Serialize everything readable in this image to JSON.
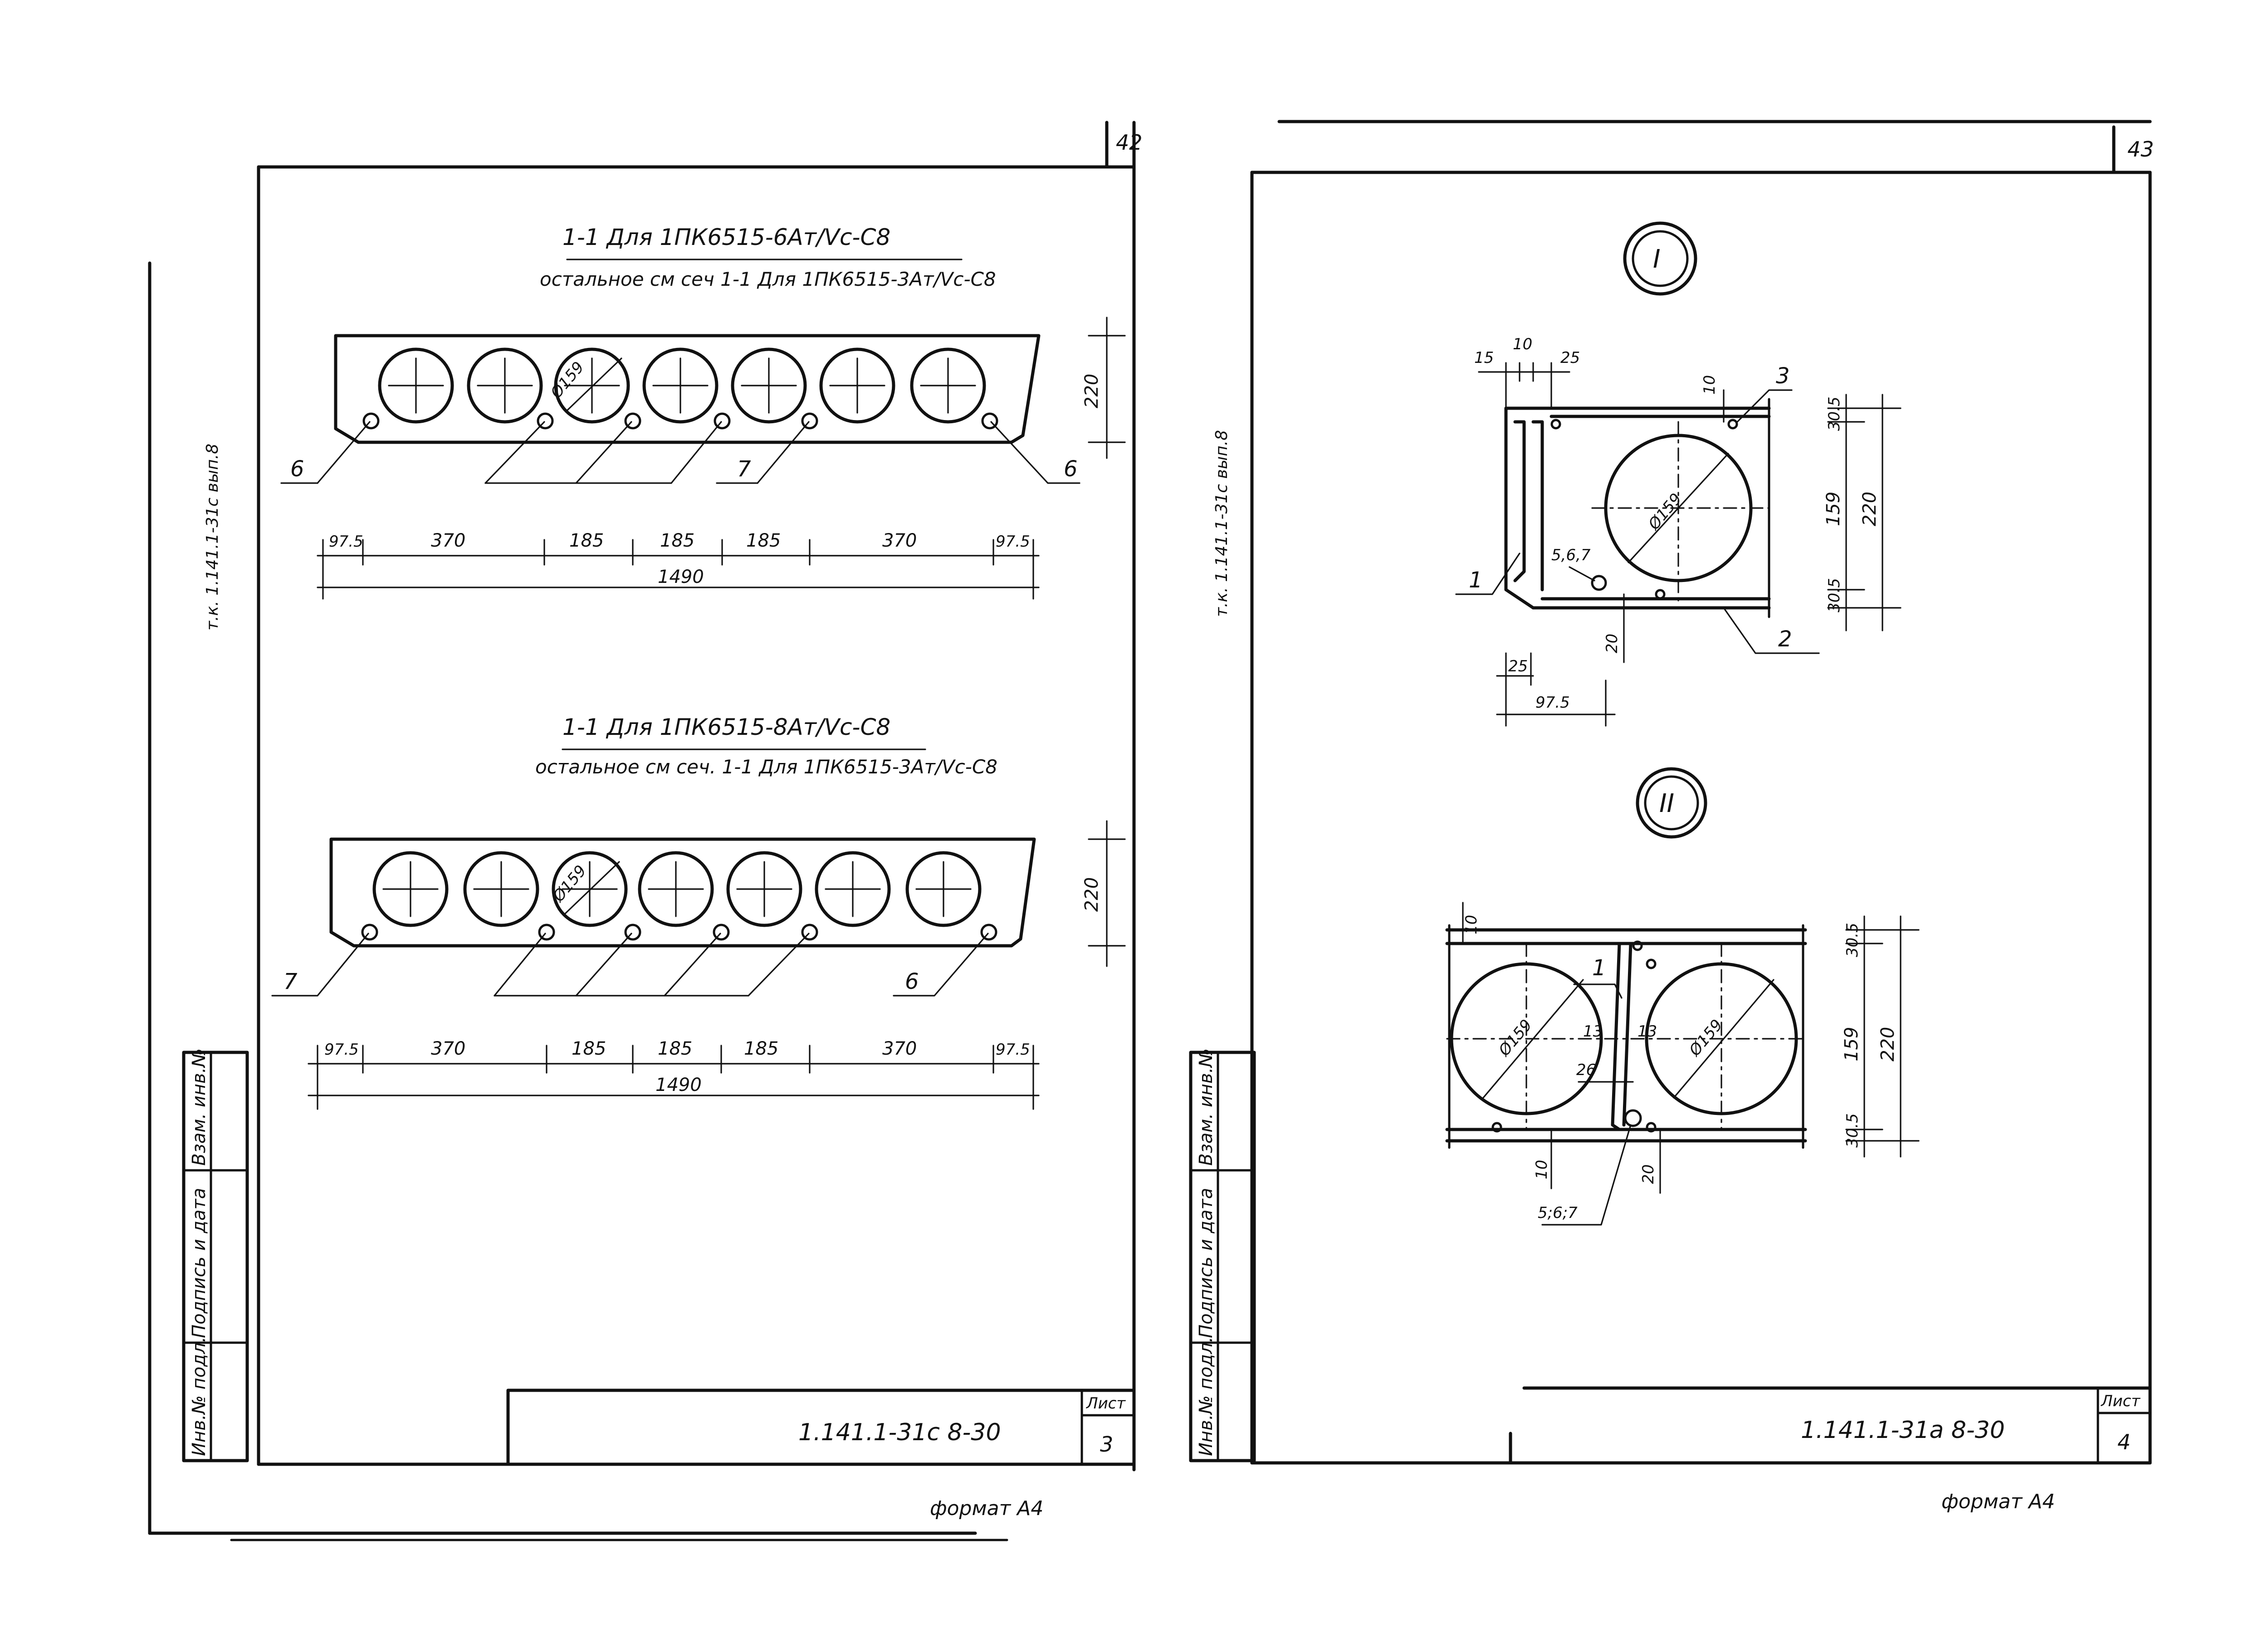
{
  "left_sheet": {
    "page_corner": "42",
    "side_label": "т.к. 1.141.1-31с вып.8",
    "section_top": {
      "title": "1-1 Для 1ПК6515-6Ат/Vс-С8",
      "subtitle": "остальное см сеч 1-1 Для 1ПК6515-3Ат/Vс-С8",
      "height_dim": "220",
      "diameter": "Ø159",
      "callouts": [
        "6",
        "7",
        "6"
      ],
      "dims": [
        "97.5",
        "370",
        "185",
        "185",
        "185",
        "370",
        "97.5"
      ],
      "total": "1490"
    },
    "section_bottom": {
      "title": "1-1 Для 1ПК6515-8Ат/Vс-С8",
      "subtitle": "остальное см сеч. 1-1 Для 1ПК6515-3Ат/Vс-С8",
      "height_dim": "220",
      "diameter": "Ø159",
      "callouts": [
        "7",
        "6"
      ],
      "dims": [
        "97.5",
        "370",
        "185",
        "185",
        "185",
        "370",
        "97.5"
      ],
      "total": "1490"
    },
    "stamp_cells": [
      "Инв.№ подл.",
      "Подпись и дата",
      "Взам. инв.№"
    ],
    "doc_code": "1.141.1-31с 8-30",
    "sheet_label": "Лист",
    "sheet_number": "3",
    "format": "формат А4"
  },
  "right_sheet": {
    "page_corner": "43",
    "side_label": "т.к. 1.141.1-31с вып.8",
    "detail_1": {
      "marker": "I",
      "top_dims": [
        "15",
        "10",
        "25"
      ],
      "dim_10": "10",
      "callouts": [
        "3",
        "1",
        "2",
        "5,6,7"
      ],
      "diameter": "Ø159",
      "right_dims": [
        "30.5",
        "159",
        "30.5"
      ],
      "right_total": "220",
      "dim_20": "20",
      "bottom_dims": [
        "25",
        "97.5"
      ]
    },
    "detail_2": {
      "marker": "II",
      "dim_10_top": "10",
      "dim_10_bottom": "10",
      "dim_20": "20",
      "callouts": [
        "1",
        "5;6;7"
      ],
      "diameter": "Ø159",
      "inner_dims": [
        "13",
        "13",
        "26"
      ],
      "right_dims": [
        "30.5",
        "159",
        "30.5"
      ],
      "right_total": "220"
    },
    "stamp_cells": [
      "Инв.№ подл.",
      "Подпись и дата",
      "Взам. инв.№"
    ],
    "doc_code": "1.141.1-31а 8-30",
    "sheet_label": "Лист",
    "sheet_number": "4",
    "format": "формат А4"
  }
}
